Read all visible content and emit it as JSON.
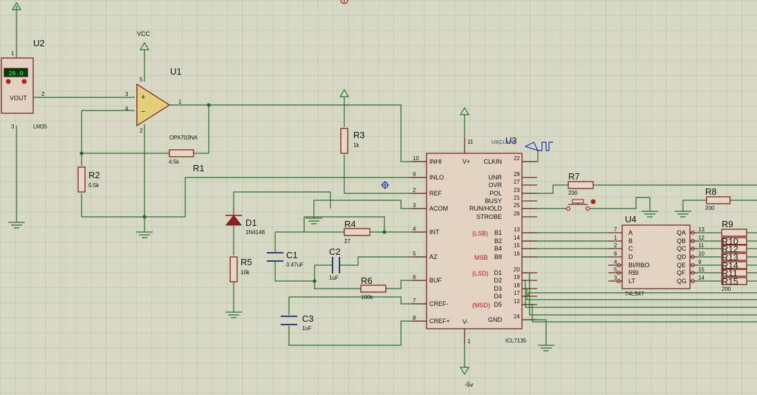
{
  "u2": {
    "ref": "U2",
    "display": "26.0",
    "pin_label": "VOUT",
    "part": "LM35",
    "pins": [
      "1",
      "2",
      "3"
    ]
  },
  "u1": {
    "ref": "U1",
    "part": "OPA703NA",
    "pins": [
      "3",
      "4",
      "1",
      "5",
      "2"
    ],
    "plus": "+",
    "minus": "−"
  },
  "vcc": {
    "label": "VCC"
  },
  "vneg": {
    "label": "-5v"
  },
  "r1": {
    "ref": "R1",
    "value": "4.5k"
  },
  "r2": {
    "ref": "R2",
    "value": "0.5k"
  },
  "r3": {
    "ref": "R3",
    "value": "1k"
  },
  "r4": {
    "ref": "R4",
    "value": "27"
  },
  "r5": {
    "ref": "R5",
    "value": "10k"
  },
  "r6": {
    "ref": "R6",
    "value": "100k"
  },
  "r7": {
    "ref": "R7",
    "value": "200"
  },
  "r8": {
    "ref": "R8",
    "value": "200"
  },
  "d1": {
    "ref": "D1",
    "part": "1N4148"
  },
  "c1": {
    "ref": "C1",
    "value": "0.47uF"
  },
  "c2": {
    "ref": "C2",
    "value": "1uF"
  },
  "c3": {
    "ref": "C3",
    "value": "1uF"
  },
  "u3": {
    "ref": "U3",
    "part": "ICL7135",
    "clk_label": "U3(CLKIN)",
    "left_pins": [
      {
        "num": "10",
        "name": "INHI"
      },
      {
        "num": "9",
        "name": "INLO"
      },
      {
        "num": "2",
        "name": "REF"
      },
      {
        "num": "3",
        "name": "ACOM"
      },
      {
        "num": "4",
        "name": "INT"
      },
      {
        "num": "5",
        "name": "AZ"
      },
      {
        "num": "6",
        "name": "BUF"
      },
      {
        "num": "7",
        "name": "CREF-"
      },
      {
        "num": "8",
        "name": "CREF+"
      }
    ],
    "right_pins": [
      {
        "num": "22",
        "name": "CLKIN"
      },
      {
        "num": "28",
        "name": "UNR"
      },
      {
        "num": "27",
        "name": "OVR"
      },
      {
        "num": "23",
        "name": "POL"
      },
      {
        "num": "21",
        "name": "BUSY"
      },
      {
        "num": "25",
        "name": "RUN/HOLD"
      },
      {
        "num": "26",
        "name": "STROBE"
      },
      {
        "num": "13",
        "name": "B1"
      },
      {
        "num": "14",
        "name": "B2"
      },
      {
        "num": "15",
        "name": "B4"
      },
      {
        "num": "16",
        "name": "B8"
      },
      {
        "num": "20",
        "name": "D1"
      },
      {
        "num": "19",
        "name": "D2"
      },
      {
        "num": "18",
        "name": "D3"
      },
      {
        "num": "17",
        "name": "D4"
      },
      {
        "num": "12",
        "name": "D5"
      },
      {
        "num": "24",
        "name": "GND"
      }
    ],
    "vplus": "V+",
    "vminus": "V-",
    "top_pin": "11",
    "bottom_pin": "1",
    "lsb": "(LSB)",
    "msb": "MSB",
    "lsd": "(LSD)",
    "msd": "(MSD)"
  },
  "u4": {
    "ref": "U4",
    "part": "74LS47",
    "inputs": [
      {
        "num": "7",
        "name": "A"
      },
      {
        "num": "1",
        "name": "B"
      },
      {
        "num": "2",
        "name": "C"
      },
      {
        "num": "6",
        "name": "D"
      },
      {
        "num": "4",
        "name": "BI/RBO"
      },
      {
        "num": "5",
        "name": "RBI"
      },
      {
        "num": "3",
        "name": "LT"
      }
    ],
    "outputs": [
      {
        "num": "13",
        "name": "QA"
      },
      {
        "num": "12",
        "name": "QB"
      },
      {
        "num": "11",
        "name": "QC"
      },
      {
        "num": "10",
        "name": "QD"
      },
      {
        "num": "9",
        "name": "QE"
      },
      {
        "num": "15",
        "name": "QF"
      },
      {
        "num": "14",
        "name": "QG"
      }
    ]
  },
  "r9_15": {
    "refs": [
      "R9",
      "R10",
      "R12",
      "R13",
      "R14",
      "R11",
      "R15"
    ],
    "value": "200"
  }
}
